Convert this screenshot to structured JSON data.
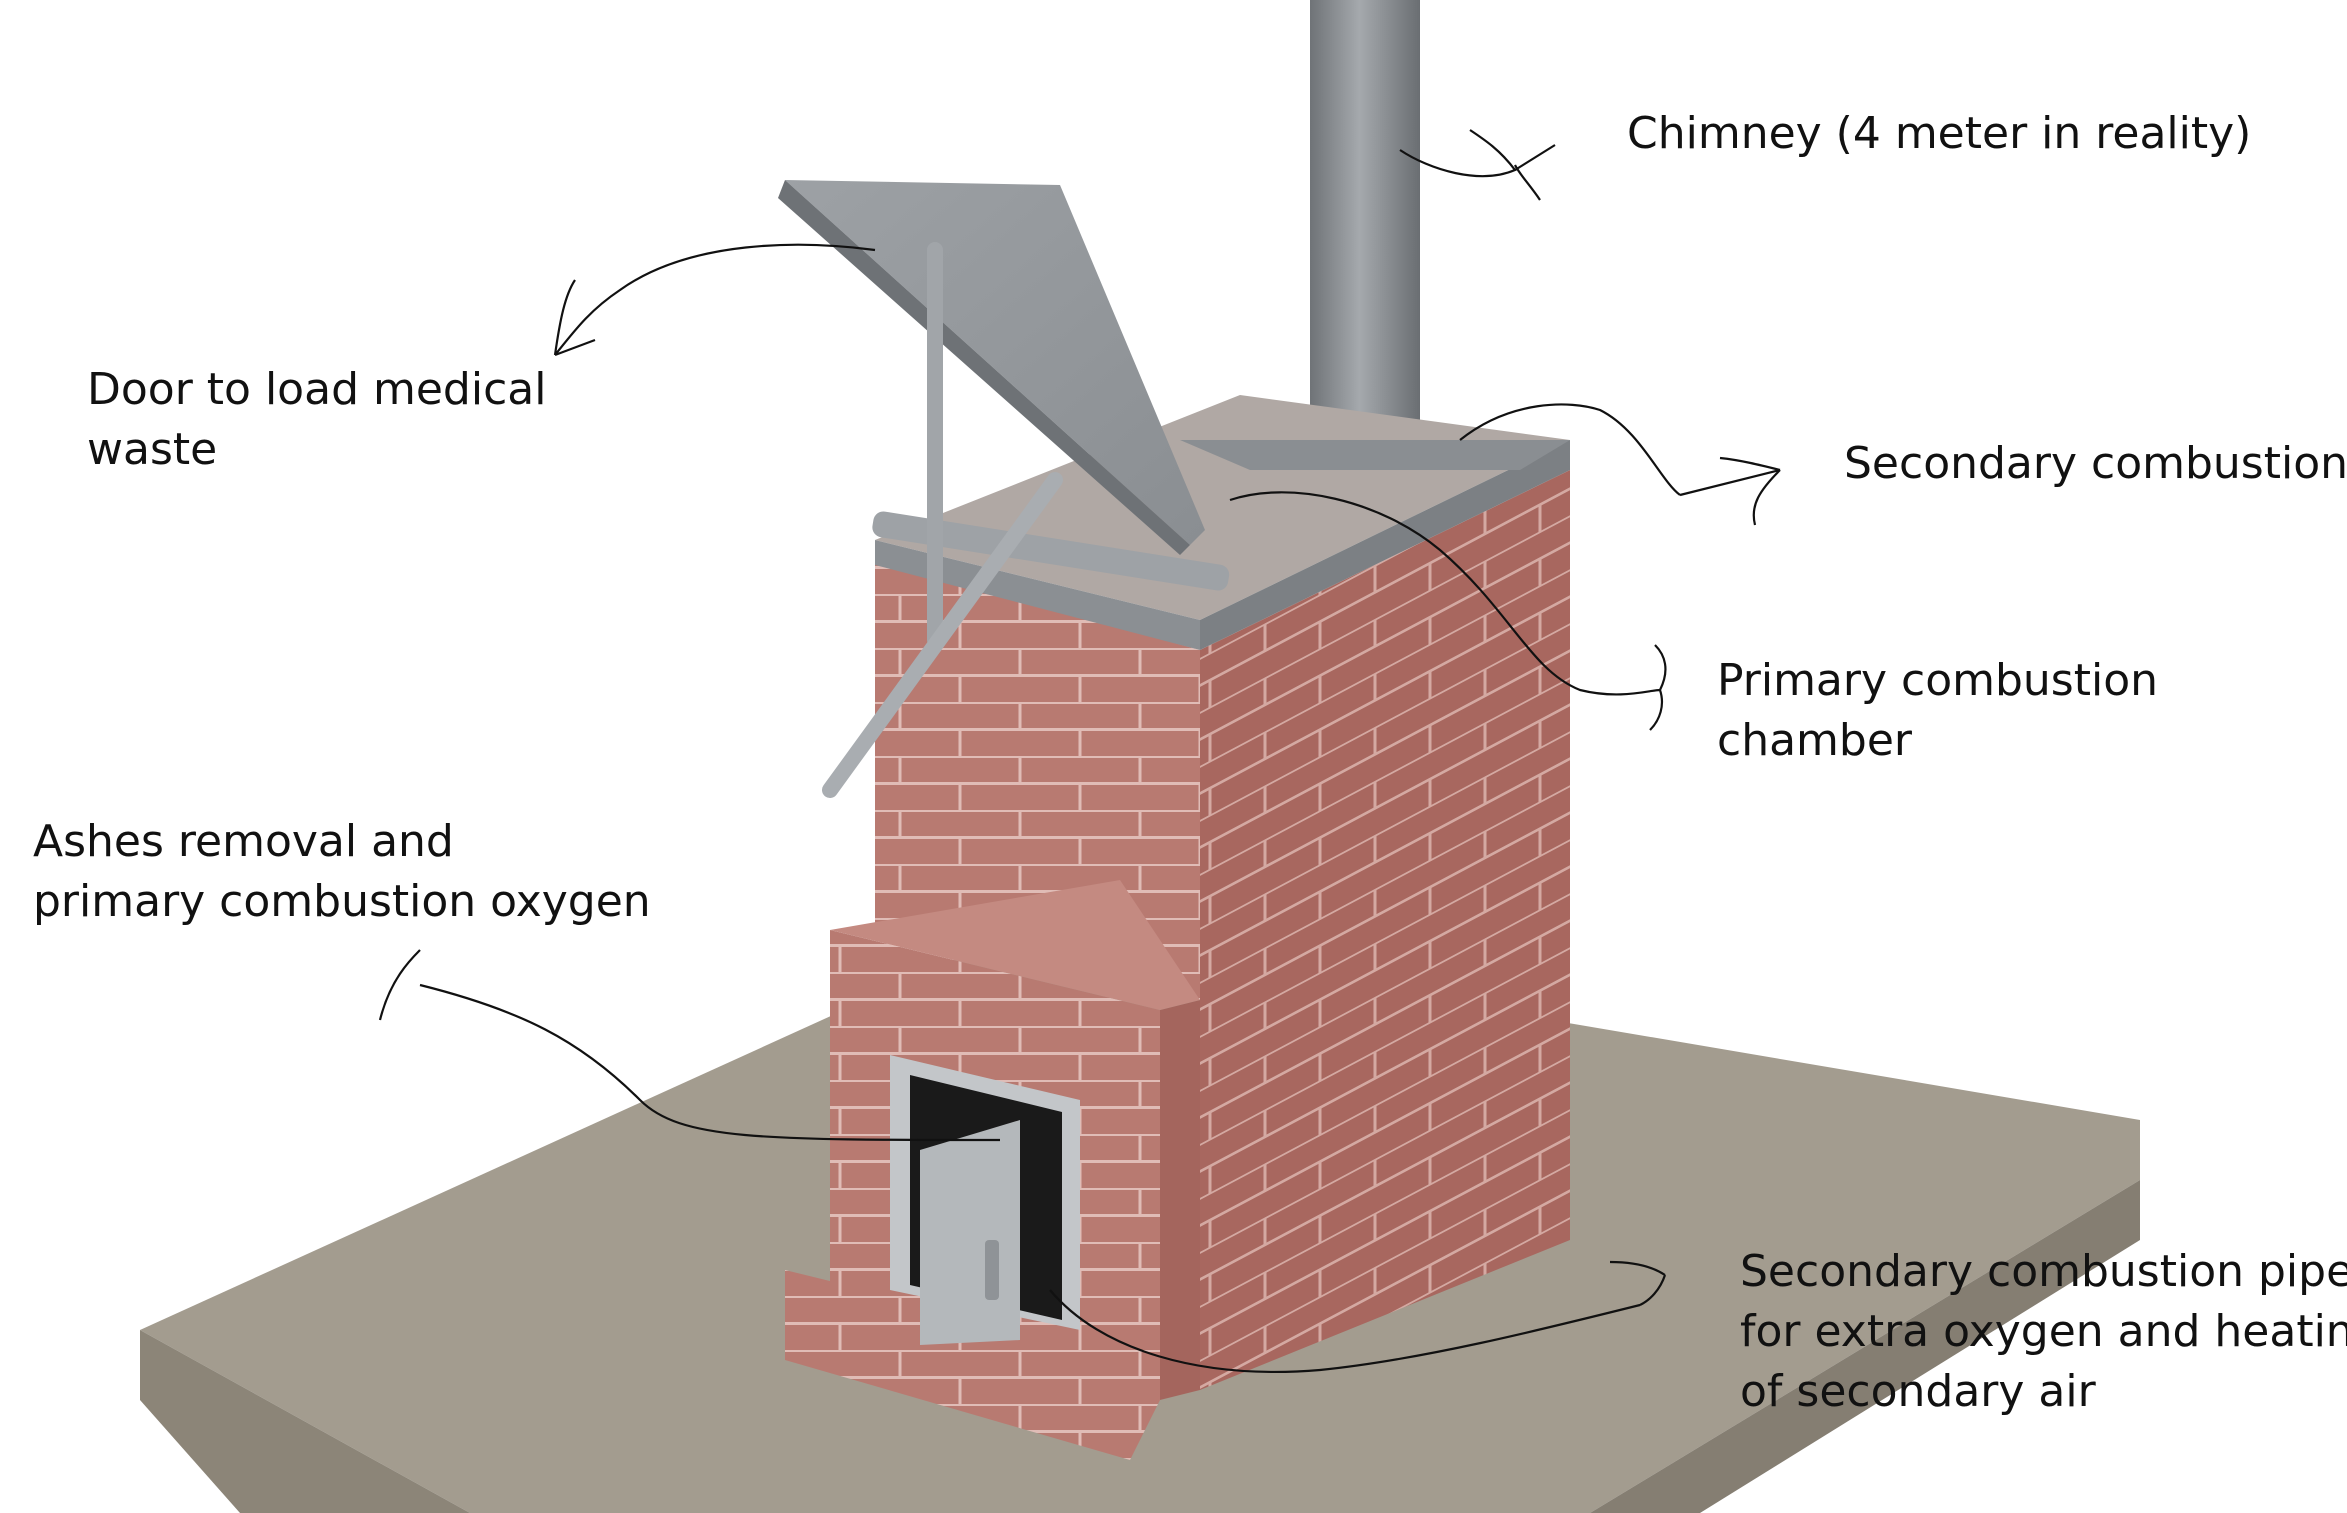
{
  "labels": {
    "chimney": [
      "Chimney (4 meter in reality)"
    ],
    "door": [
      "Door to load medical",
      "waste"
    ],
    "secondary": [
      "Secondary combustion"
    ],
    "primary": [
      "Primary combustion",
      "chamber"
    ],
    "ashes": [
      "Ashes removal and",
      "primary combustion oxygen"
    ],
    "pipes": [
      "Secondary combustion pipes",
      "for extra oxygen and heating",
      "of secondary air"
    ]
  },
  "colors": {
    "brick": "#b5786f",
    "brick_shadow": "#9a5f58",
    "mortar": "#d9b3ad",
    "metal": "#8e9296",
    "metal_light": "#b7bbbf",
    "slab": "#9c9587",
    "leader": "#111111"
  }
}
